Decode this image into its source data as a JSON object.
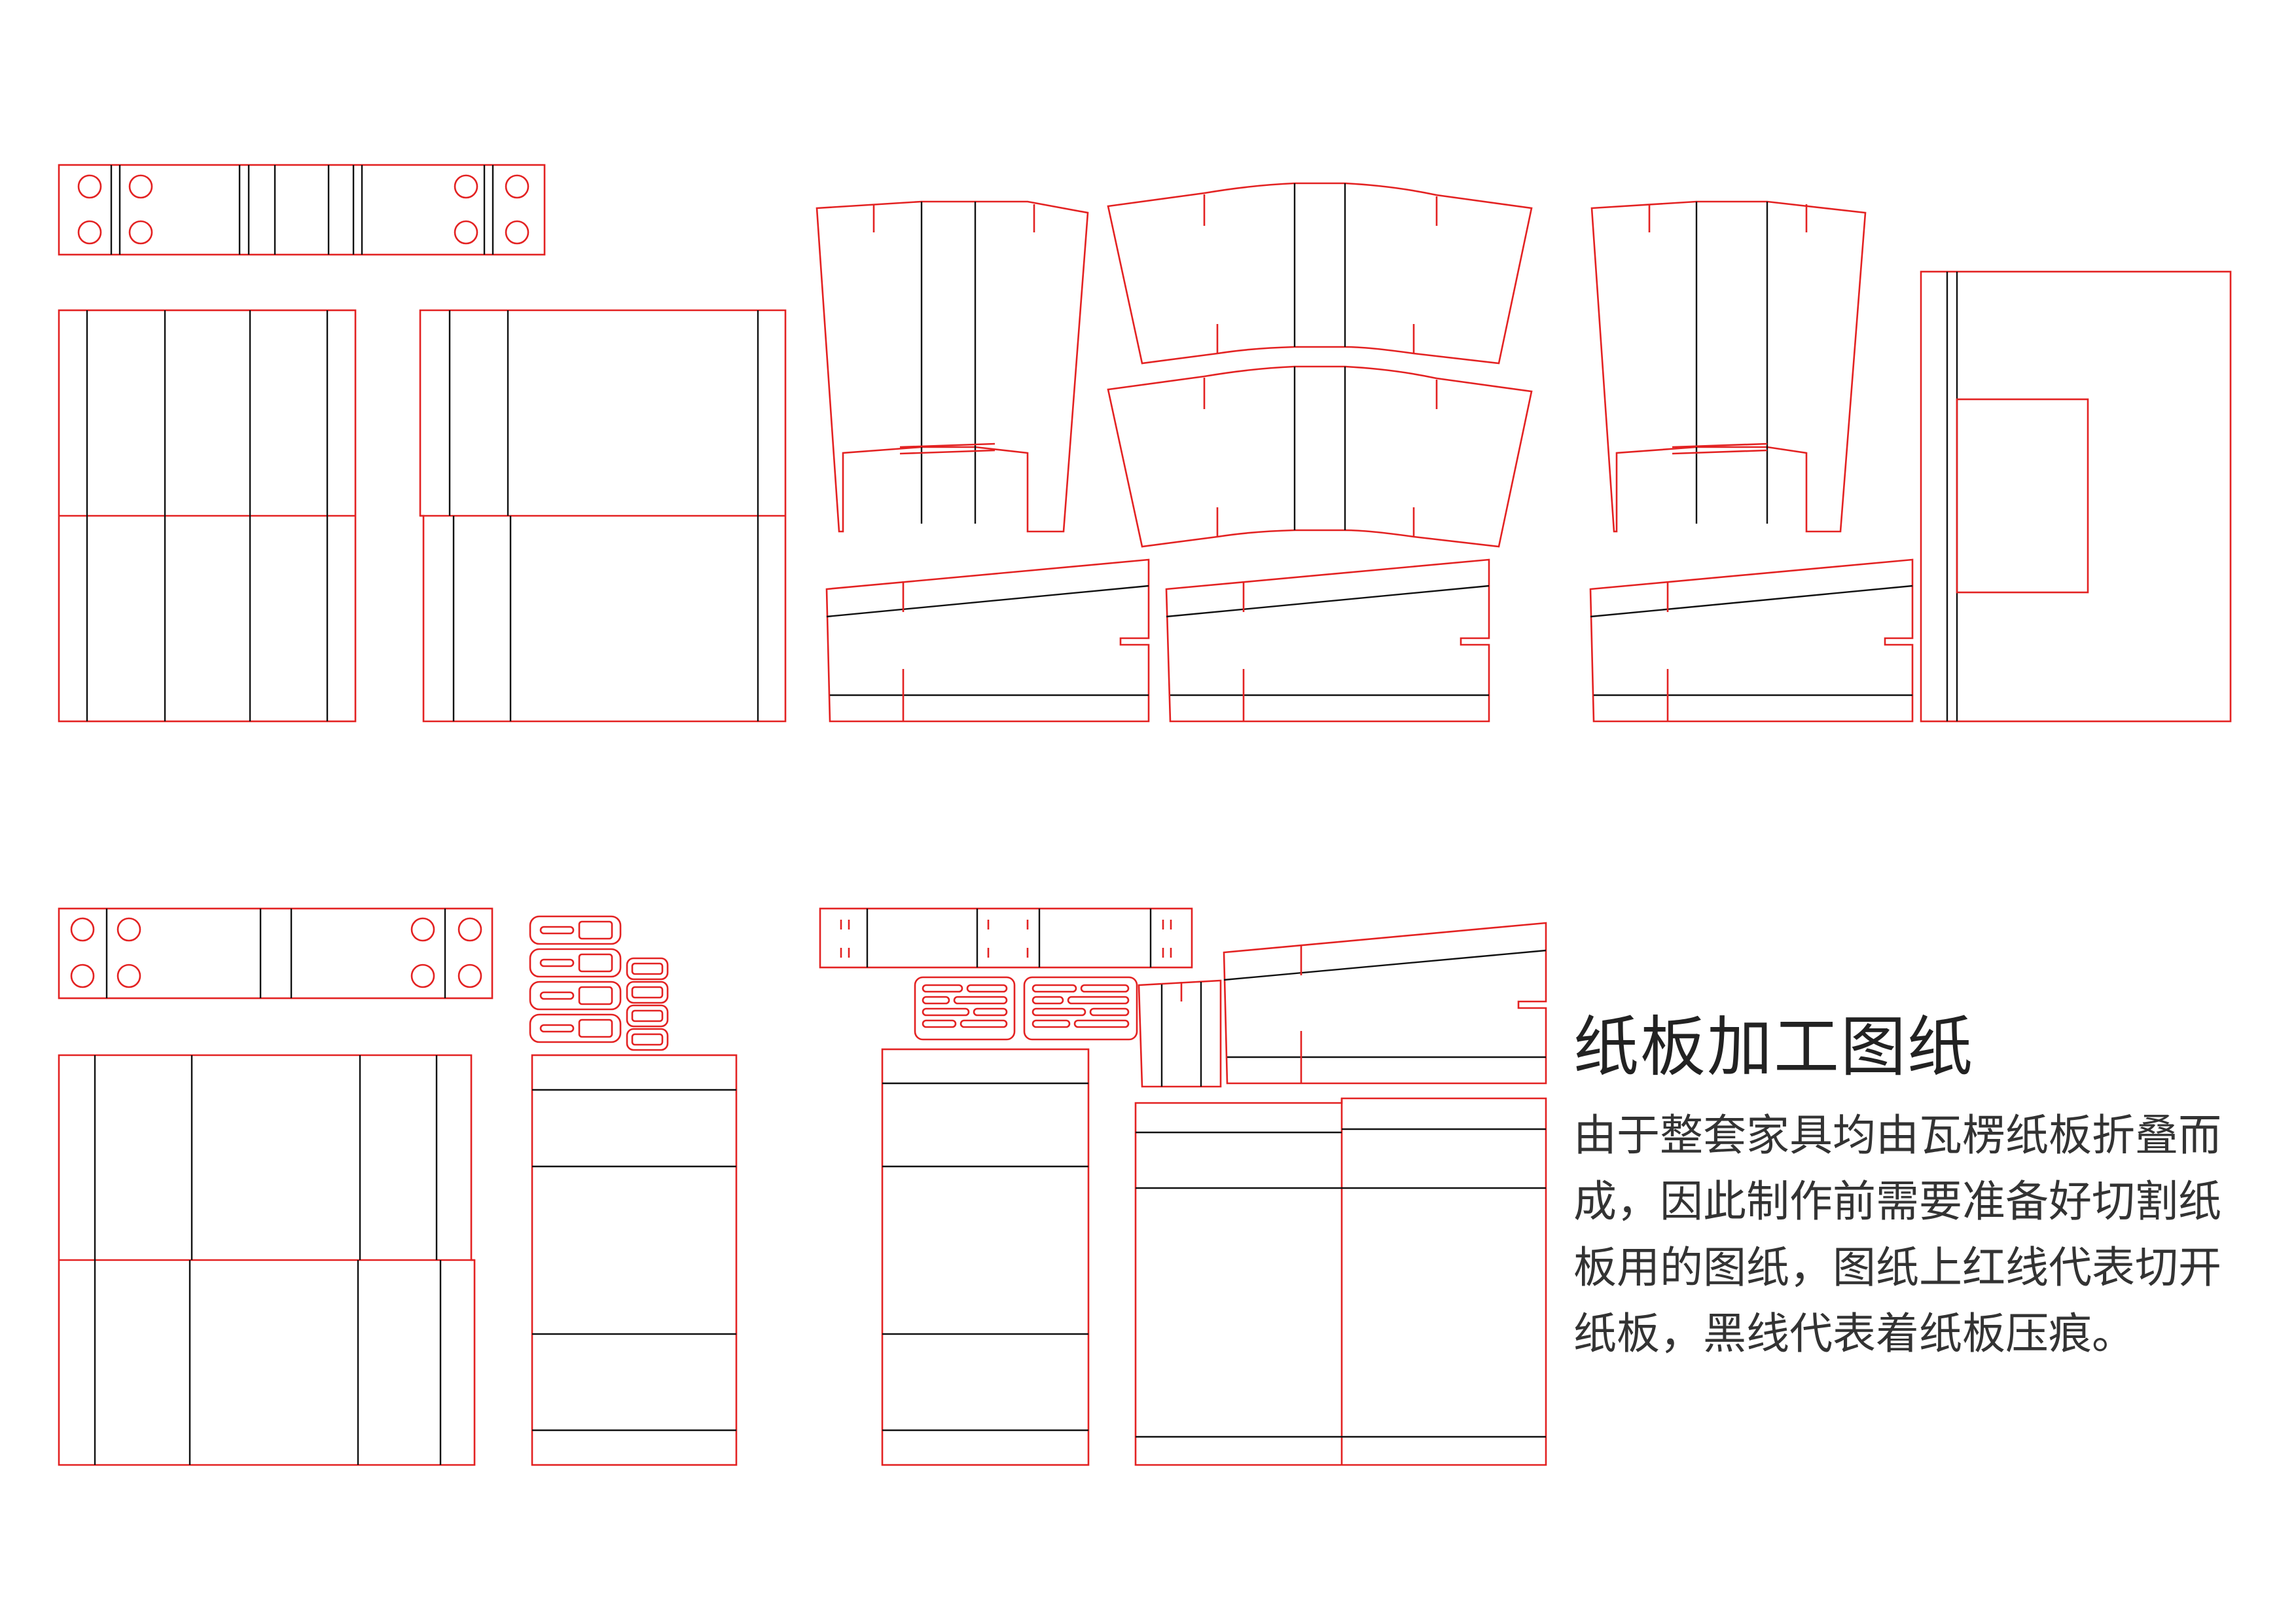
{
  "colors": {
    "cut_line": "#e32222",
    "fold_line": "#111111",
    "background": "#ffffff"
  },
  "legend": {
    "cut": "红线代表切开纸板",
    "fold": "黑线代表着纸板压痕"
  },
  "text": {
    "title": "纸板加工图纸",
    "description": "由于整套家具均由瓦楞纸板折叠而成，因此制作前需要准备好切割纸板用的图纸，图纸上红线代表切开纸板，黑线代表着纸板压痕。"
  }
}
